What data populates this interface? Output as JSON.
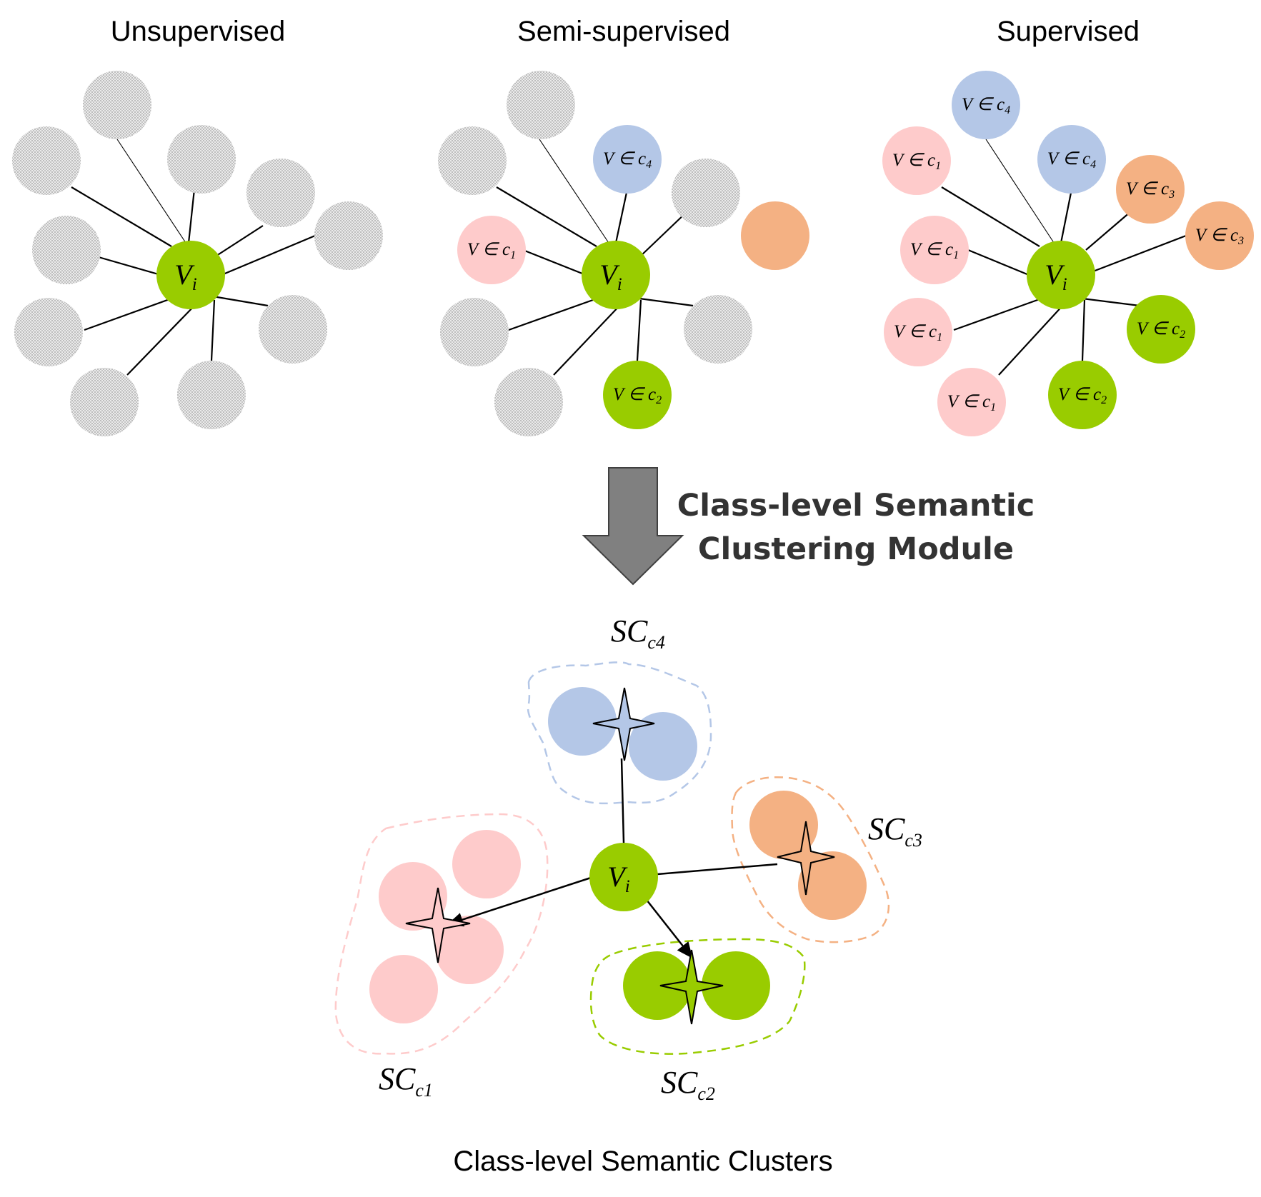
{
  "panels": {
    "unsupervised_title": "Unsupervised",
    "semi_supervised_title": "Semi-supervised",
    "supervised_title": "Supervised"
  },
  "center_node": {
    "label": "V",
    "subscript": "i"
  },
  "node_label": {
    "prefix": "V ∈ c",
    "classes": [
      "1",
      "2",
      "3",
      "4"
    ]
  },
  "module": {
    "line1": "Class-level Semantic",
    "line2": "Clustering Module"
  },
  "clusters": [
    {
      "prefix": "SC",
      "subscript": "c1"
    },
    {
      "prefix": "SC",
      "subscript": "c2"
    },
    {
      "prefix": "SC",
      "subscript": "c3"
    },
    {
      "prefix": "SC",
      "subscript": "c4"
    }
  ],
  "caption": "Class-level Semantic Clusters",
  "colors": {
    "c1": "#fecbcb",
    "c2": "#99cc00",
    "c3": "#f4b183",
    "c4": "#b4c7e7",
    "unlabeled": "#d4d4d4",
    "arrow": "#808080",
    "module_text": "#333333"
  }
}
